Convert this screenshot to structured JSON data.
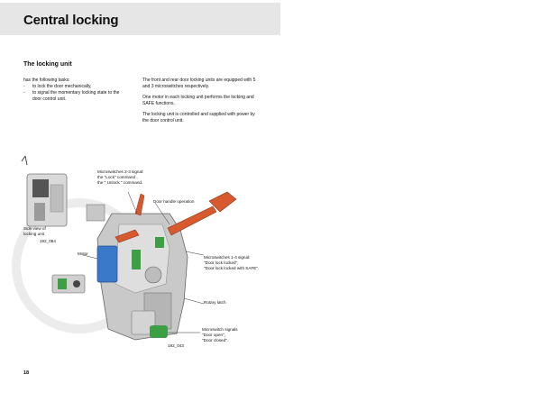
{
  "header": {
    "title": "Central locking"
  },
  "section": {
    "title": "The locking unit"
  },
  "left_column": {
    "intro": "has the following tasks:",
    "bullets": [
      {
        "dash": "-",
        "text": "to lock the door mechanically,"
      },
      {
        "dash": "-",
        "text": "to signal the momentary locking state to the"
      },
      {
        "dash": "",
        "text": "door control unit."
      }
    ]
  },
  "right_column": {
    "paragraphs": [
      "The front and rear door locking units are equipped with 5 and 3 microswitches respectively.",
      "One motor in each locking unit performs the locking and SAFE functions.",
      "The locking unit is controlled and supplied with power by the door control unit."
    ]
  },
  "diagram": {
    "labels": {
      "microswitches_23": [
        "Microswitches 2-3 signal:",
        "the \"Lock\" command ,",
        "the \" Unlock \" command."
      ],
      "door_handle": "Door handle operation",
      "side_view": [
        "Side view of",
        "locking unit"
      ],
      "side_view_code": "192_084",
      "motor": "Motor",
      "microswitches_14": [
        "Microswitches 1-4 signal:",
        "\"Door lock locked\",",
        "\"Door lock locked with SAFE\"."
      ],
      "rotary_latch": "Rotary latch",
      "microswitch_signals": [
        "Microswitch signals",
        "\"Door open\",",
        "\"Door closed\"."
      ],
      "figure_code": "192_043"
    },
    "colors": {
      "motor": "#3a78c9",
      "linkage": "#d65a2e",
      "switch": "#3e9e45",
      "housing": "#bfbfbf"
    }
  },
  "footer": {
    "page_number": "18"
  }
}
